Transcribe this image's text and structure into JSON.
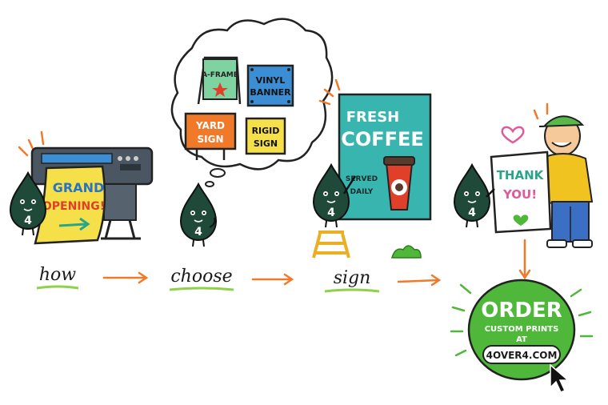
{
  "steps": [
    {
      "label": "how"
    },
    {
      "label": "choose"
    },
    {
      "label": "sign"
    }
  ],
  "banner": {
    "line1": "GRAND",
    "line2": "OPENING!"
  },
  "mascot_number": "4",
  "sign_types": [
    {
      "line1": "A-FRAME",
      "line2": ""
    },
    {
      "line1": "VINYL",
      "line2": "BANNER"
    },
    {
      "line1": "YARD",
      "line2": "SIGN"
    },
    {
      "line1": "RIGID",
      "line2": "SIGN"
    }
  ],
  "poster": {
    "line1": "FRESH",
    "line2": "COFFEE",
    "line3": "SERVED",
    "line4": "DAILY"
  },
  "thanks": {
    "line1": "THANK",
    "line2": "YOU!"
  },
  "cta": {
    "title": "ORDER",
    "line1": "CUSTOM PRINTS",
    "line2": "AT",
    "site": "4OVER4.COM"
  },
  "colors": {
    "mascot": "#1f4a3a",
    "accent_orange": "#f07a2a",
    "green": "#4fb83a",
    "yellow": "#f5e04a",
    "teal": "#39b5b0"
  }
}
